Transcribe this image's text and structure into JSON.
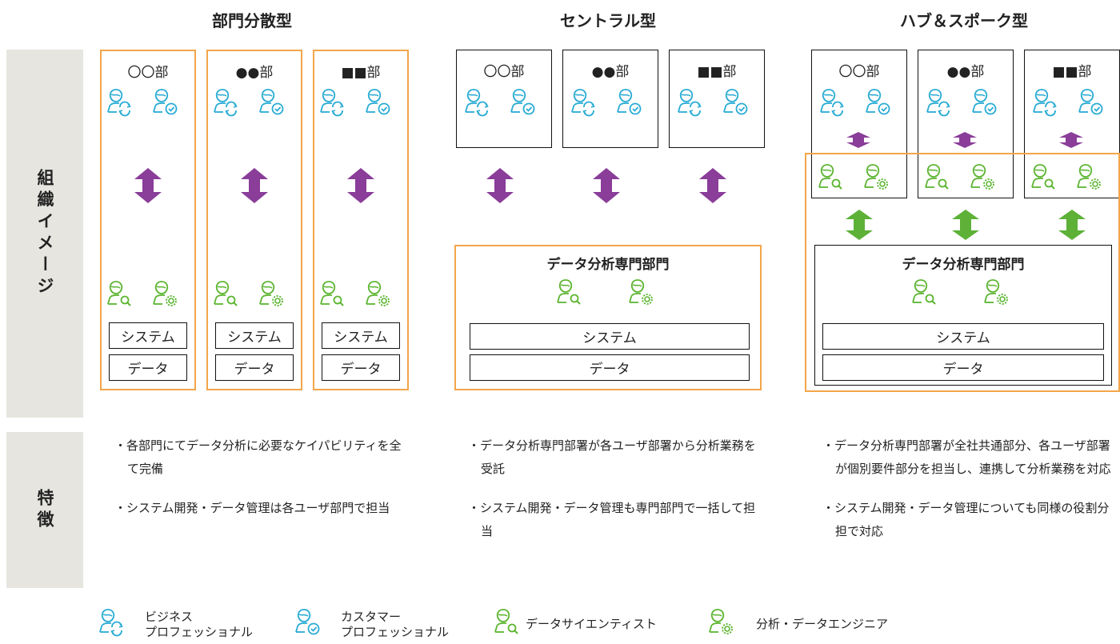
{
  "columns": [
    {
      "title": "部門分散型"
    },
    {
      "title": "セントラル型"
    },
    {
      "title": "ハブ＆スポーク型"
    }
  ],
  "side_labels": {
    "org_image": "組織イメージ",
    "features": "特徴"
  },
  "departments": [
    "〇〇部",
    "●●部",
    "■■部"
  ],
  "box_labels": {
    "system": "システム",
    "data": "データ",
    "analytics_dept": "データ分析専門部門"
  },
  "features": [
    [
      "・各部門にてデータ分析に必要なケイパビリティを全て完備",
      "・システム開発・データ管理は各ユーザ部門で担当"
    ],
    [
      "・データ分析専門部署が各ユーザ部署から分析業務を受託",
      "・システム開発・データ管理も専門部門で一括して担当"
    ],
    [
      "・データ分析専門部署が全社共通部分、各ユーザ部署が個別要件部分を担当し、連携して分析業務を対応",
      "・システム開発・データ管理についても同様の役割分担で対応"
    ]
  ],
  "legend": [
    {
      "icon": "business-pro-icon",
      "line1": "ビジネス",
      "line2": "プロフェッショナル"
    },
    {
      "icon": "customer-pro-icon",
      "line1": "カスタマー",
      "line2": "プロフェッショナル"
    },
    {
      "icon": "data-scientist-icon",
      "line1": "データサイエンティスト",
      "line2": ""
    },
    {
      "icon": "data-engineer-icon",
      "line1": "分析・データエンジニア",
      "line2": ""
    }
  ],
  "colors": {
    "blue": "#29abd4",
    "green": "#5cb531",
    "purple": "#8a3d99",
    "orange": "#f3a54a",
    "arrow_green": "#5db137",
    "side_bg": "#e6e5e0"
  }
}
